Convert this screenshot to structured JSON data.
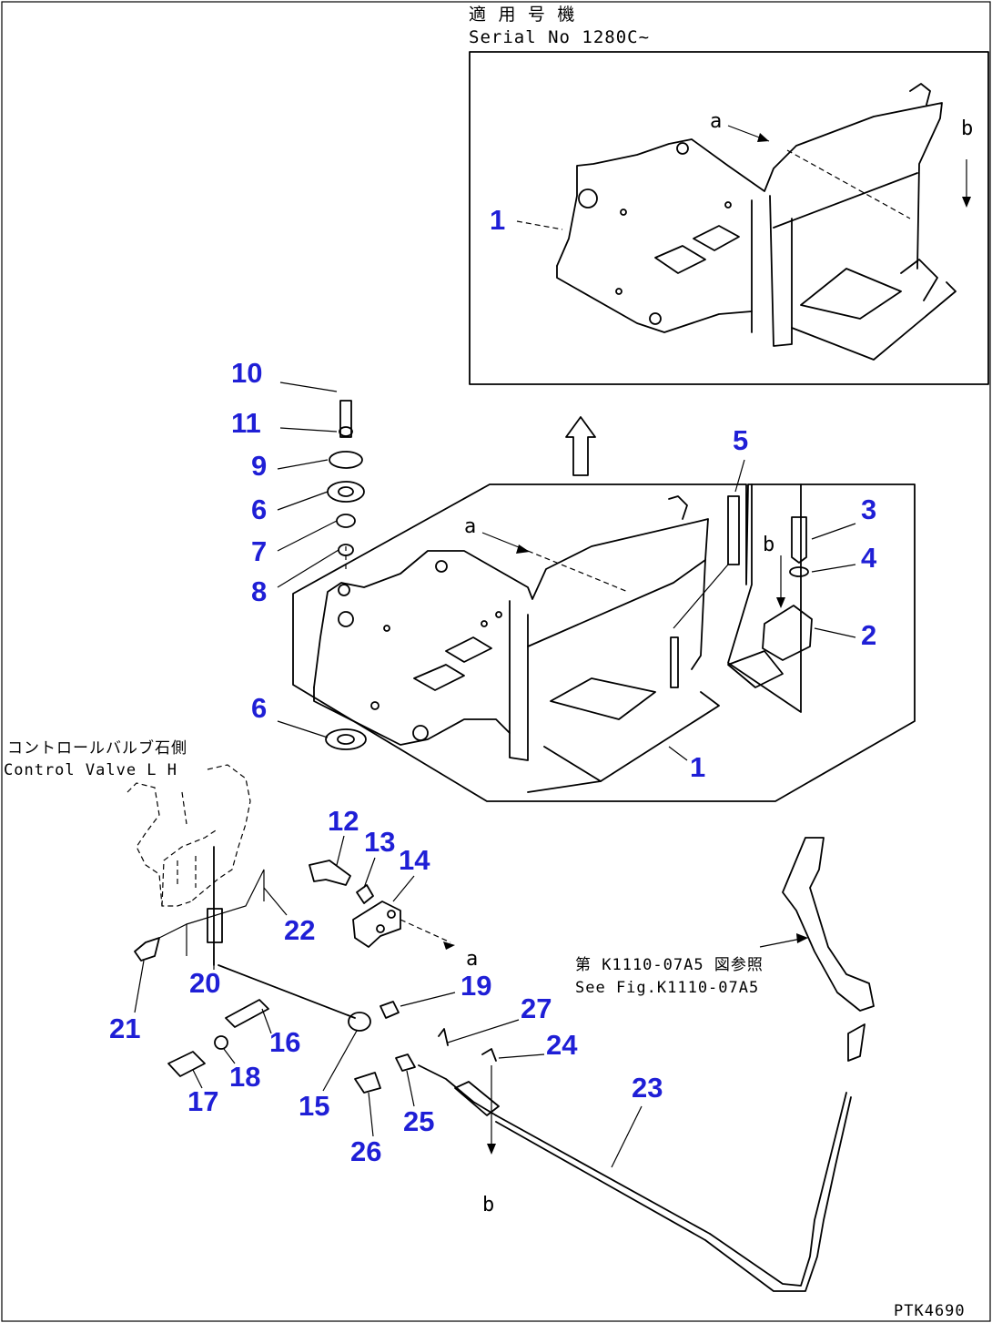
{
  "serial_note": {
    "line1": "適 用 号 機",
    "line2": "Serial No 1280C~"
  },
  "control_valve_note": {
    "line1": "コントロールバルブ石側",
    "line2": "Control Valve L H"
  },
  "see_fig_note": {
    "line1": "第 K1110-07A5 図参照",
    "line2": "See Fig.K1110-07A5"
  },
  "drawing_code": "PTK4690",
  "view_marks": {
    "a": "a",
    "b": "b"
  },
  "callouts": {
    "p1_top": "1",
    "p1_main": "1",
    "p2": "2",
    "p3": "3",
    "p4": "4",
    "p5": "5",
    "p6_top": "6",
    "p6_bottom": "6",
    "p7": "7",
    "p8": "8",
    "p9": "9",
    "p10": "10",
    "p11": "11",
    "p12": "12",
    "p13": "13",
    "p14": "14",
    "p15": "15",
    "p16": "16",
    "p17": "17",
    "p18": "18",
    "p19": "19",
    "p20": "20",
    "p21": "21",
    "p22": "22",
    "p23": "23",
    "p24": "24",
    "p25": "25",
    "p26": "26",
    "p27": "27"
  }
}
